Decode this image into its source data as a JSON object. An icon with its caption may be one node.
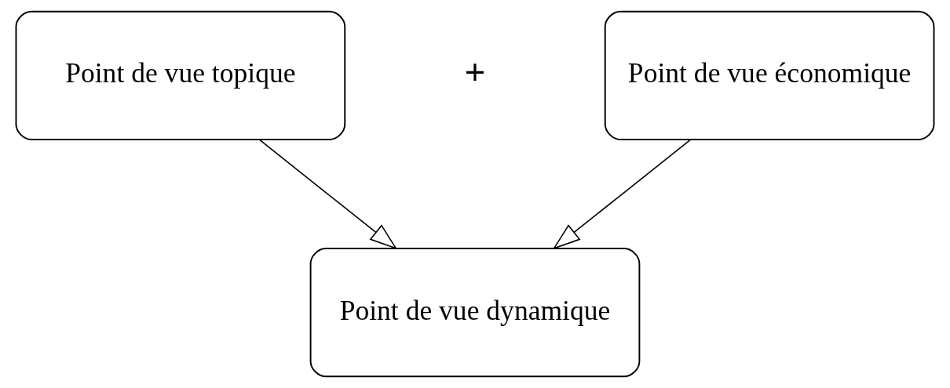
{
  "diagram": {
    "nodes": [
      {
        "text": [
          "Point de vue topique"
        ]
      },
      {
        "text": [
          "Point de vue économique"
        ]
      },
      {
        "text": [
          "Point de vue dynamique"
        ]
      }
    ],
    "edges": [
      {
        "from": 0,
        "to": 2,
        "arrow": "to"
      },
      {
        "from": 1,
        "to": 2,
        "arrow": "to"
      }
    ],
    "labels": [
      "+"
    ]
  }
}
